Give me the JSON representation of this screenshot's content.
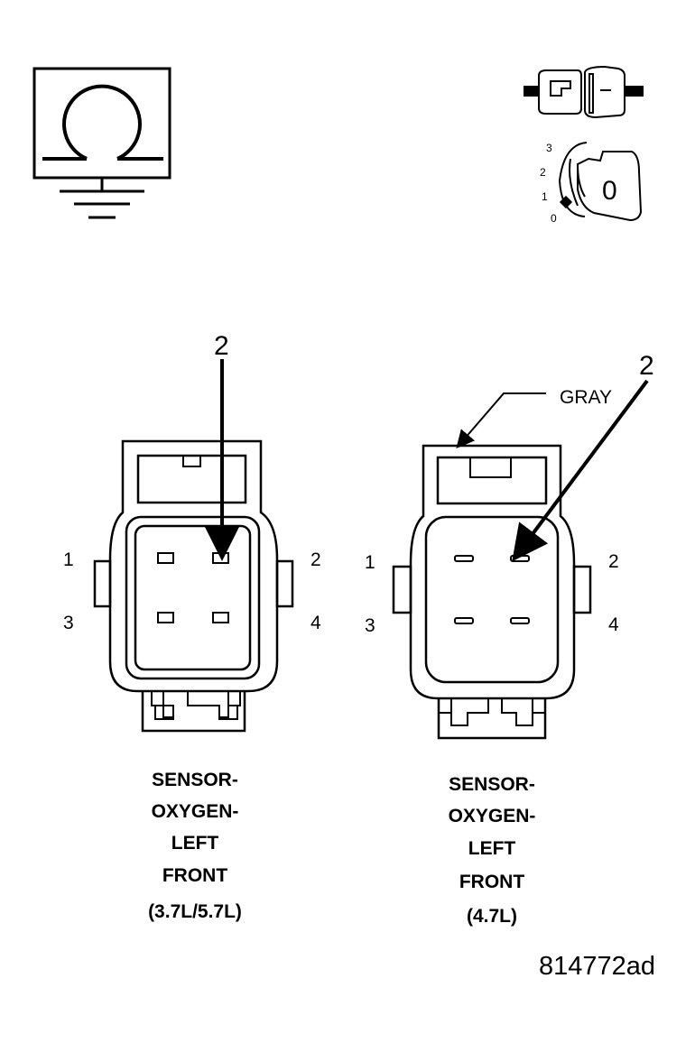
{
  "icons": {
    "ohmmeter": "ohmmeter-ground-icon",
    "connector_disconnect": "connector-disconnect-icon",
    "ignition": "ignition-key-icon"
  },
  "ignition_positions": [
    "3",
    "2",
    "1",
    "0"
  ],
  "ignition_key_label": "0",
  "connectors": [
    {
      "pins": [
        "1",
        "2",
        "3",
        "4"
      ],
      "callout": "2",
      "title_lines": [
        "SENSOR-",
        "OXYGEN-",
        "LEFT",
        "FRONT",
        "(3.7L/5.7L)"
      ]
    },
    {
      "pins": [
        "1",
        "2",
        "3",
        "4"
      ],
      "callout": "2",
      "color_label": "GRAY",
      "title_lines": [
        "SENSOR-",
        "OXYGEN-",
        "LEFT",
        "FRONT",
        "(4.7L)"
      ]
    }
  ],
  "figure_id": "814772ad"
}
